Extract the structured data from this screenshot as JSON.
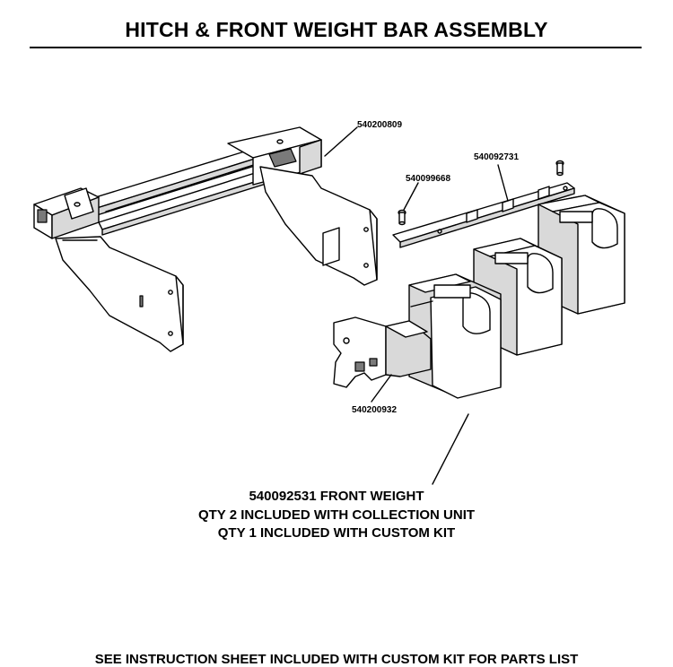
{
  "title": "HITCH & FRONT WEIGHT BAR ASSEMBLY",
  "parts": {
    "hitch_bracket": "540200809",
    "weight_bar": "540092731",
    "pin": "540099668",
    "front_mount": "540200932"
  },
  "caption": {
    "line1": "540092531 FRONT WEIGHT",
    "line2": "QTY 2 INCLUDED WITH COLLECTION UNIT",
    "line3": "QTY 1 INCLUDED WITH CUSTOM KIT"
  },
  "footer": "SEE INSTRUCTION SHEET INCLUDED WITH CUSTOM KIT FOR PARTS LIST"
}
